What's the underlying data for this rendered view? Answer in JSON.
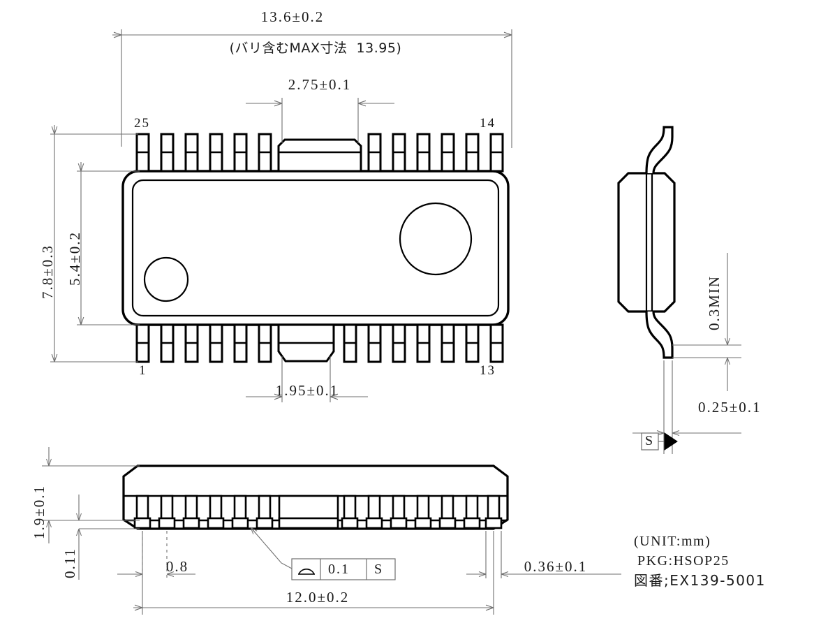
{
  "drawing": {
    "title_block": {
      "unit": "(UNIT:mm)",
      "package": "PKG:HSOP25",
      "drawing_no": "図番;EX139-5001"
    },
    "views": {
      "top_view": {
        "name": "top-view",
        "pin_labels": {
          "top_left": "25",
          "top_right": "14",
          "bottom_left": "1",
          "bottom_right": "13"
        },
        "dimensions": {
          "overall_width": "13.6±0.2",
          "overall_width_note": "(バリ含むMAX寸法  13.95)",
          "tab_top_width": "2.75±0.1",
          "tab_bottom_width": "1.95±0.1",
          "overall_height": "7.8±0.3",
          "body_height": "5.4±0.2"
        }
      },
      "side_view": {
        "name": "side-view",
        "dimensions": {
          "standoff_min": "0.3MIN",
          "lead_thickness": "0.25±0.1"
        },
        "datum": "S"
      },
      "front_view": {
        "name": "front-view",
        "dimensions": {
          "body_height": "1.9±0.1",
          "standoff": "0.11",
          "lead_pitch": "0.8",
          "lead_width": "0.36±0.1",
          "lead_span": "12.0±0.2"
        },
        "feature_control_frame": {
          "symbol": "profile-of-a-surface-icon",
          "tolerance": "0.1",
          "datum": "S"
        }
      }
    },
    "colors": {
      "line": "#000000",
      "dimension_line": "#6f6f6f",
      "text": "#1a1a1a",
      "background": "#ffffff"
    }
  }
}
